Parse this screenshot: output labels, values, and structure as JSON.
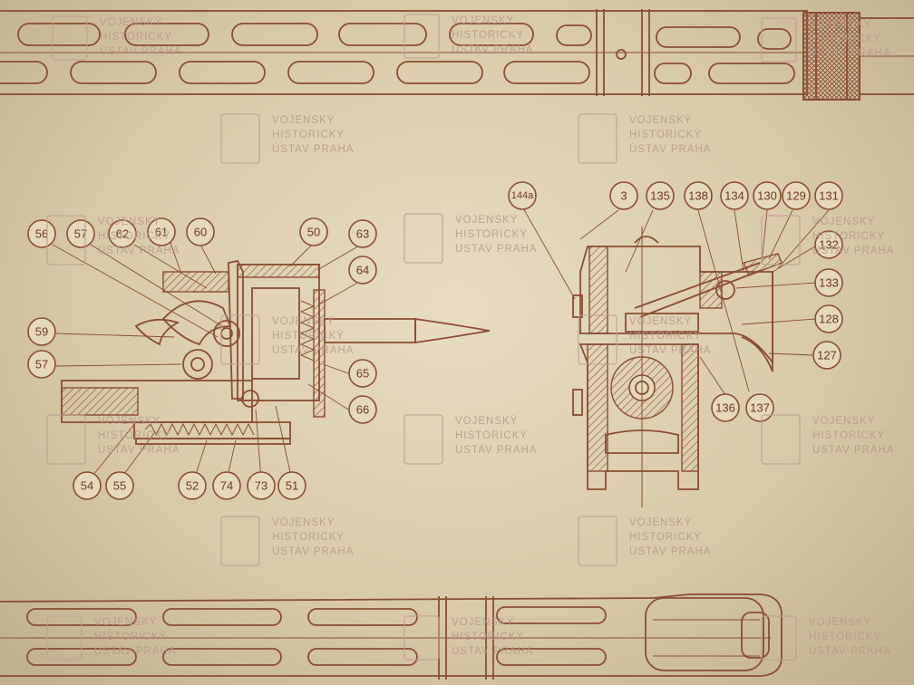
{
  "watermark": {
    "lines": [
      "VOJENSKÝ",
      "HISTORICKÝ",
      "ÚSTAV PRAHA"
    ],
    "emblem": "lion-shield-and-building-icon"
  },
  "callouts_left": [
    "56",
    "57",
    "62",
    "61",
    "60",
    "50",
    "63",
    "64",
    "59",
    "57",
    "65",
    "66",
    "54",
    "55",
    "52",
    "74",
    "73",
    "51"
  ],
  "callouts_right": [
    "144a",
    "3",
    "135",
    "138",
    "134",
    "130",
    "129",
    "131",
    "132",
    "133",
    "128",
    "127",
    "136",
    "137"
  ],
  "colors": {
    "ink": "#8a4e33",
    "paper": "#e3d6ba",
    "watermark": "#b9988a"
  }
}
